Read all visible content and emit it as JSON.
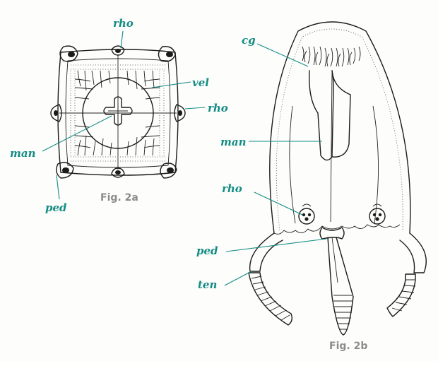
{
  "labels": {
    "fig2a_rho_top": "rho",
    "fig2a_vel": "vel",
    "fig2a_rho_right": "rho",
    "fig2a_man": "man",
    "fig2a_ped": "ped",
    "fig2b_cg": "cg",
    "fig2b_man": "man",
    "fig2b_rho": "rho",
    "fig2b_ped": "ped",
    "fig2b_ten": "ten"
  },
  "captions": {
    "fig2a": "Fig. 2a",
    "fig2b": "Fig. 2b"
  },
  "colors": {
    "label": "#138c84",
    "caption": "#8c8c8c",
    "ink": "#1b1b1b"
  }
}
